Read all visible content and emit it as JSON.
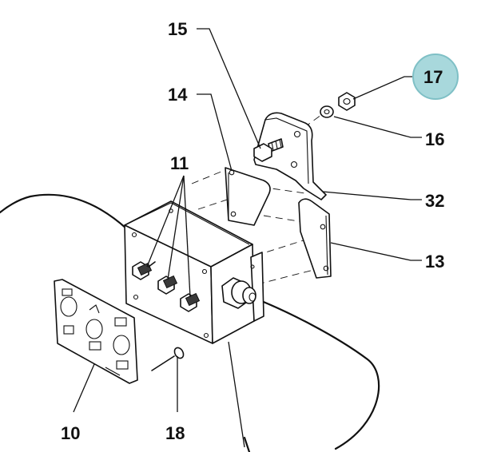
{
  "callouts": [
    {
      "id": "c15",
      "label": "15"
    },
    {
      "id": "c14",
      "label": "14"
    },
    {
      "id": "c11",
      "label": "11"
    },
    {
      "id": "c17",
      "label": "17",
      "highlighted": true
    },
    {
      "id": "c16",
      "label": "16"
    },
    {
      "id": "c32",
      "label": "32"
    },
    {
      "id": "c13",
      "label": "13"
    },
    {
      "id": "c10",
      "label": "10"
    },
    {
      "id": "c18",
      "label": "18"
    }
  ],
  "colors": {
    "ink": "#111111",
    "highlight_fill": "#a8d8dc",
    "highlight_stroke": "#7fc0c6",
    "background": "#ffffff"
  }
}
